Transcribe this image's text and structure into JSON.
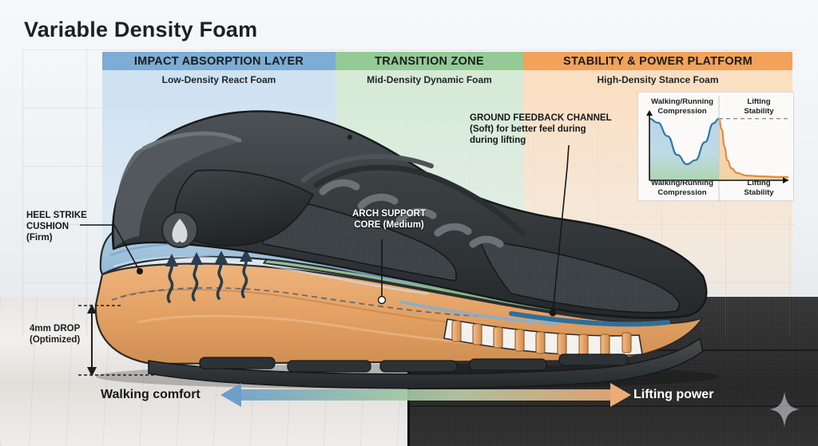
{
  "page": {
    "title": "Variable Density Foam"
  },
  "zones": [
    {
      "id": "impact",
      "header": "IMPACT ABSORPTION LAYER",
      "subtitle": "Low-Density React Foam",
      "header_color": "#7dadd4",
      "body_color": "#cfe2f2"
    },
    {
      "id": "transition",
      "header": "TRANSITION ZONE",
      "subtitle": "Mid-Density Dynamic Foam",
      "header_color": "#94ca96",
      "body_color": "#d6ead6"
    },
    {
      "id": "stability",
      "header": "STABILITY & POWER PLATFORM",
      "subtitle": "High-Density Stance Foam",
      "header_color": "#f2a25a",
      "body_color": "#fadfc2"
    }
  ],
  "callouts": {
    "heel": "HEEL STRIKE\nCUSHION\n(Firm)",
    "arch": "ARCH SUPPORT\nCORE (Medium)",
    "ground_feedback": "GROUND FEEDBACK CHANNEL\n(Soft) for better feel during\nduring lifting",
    "drop": "4mm DROP\n(Optimized)"
  },
  "direction_bar": {
    "left_label": "Walking comfort",
    "right_label": "Lifting power",
    "left_color": "#6d9fc9",
    "mid_color": "#9dc4a3",
    "right_color": "#edac75"
  },
  "chart_data": {
    "type": "area",
    "title": "",
    "xlabel": "",
    "ylabel": "",
    "grid": false,
    "legend_position": "inside-top",
    "annotations": {
      "top_left": "Walking/Running\nCompression",
      "top_right": "Lifting\nStability",
      "bottom_left": "Walking/Running\nCompression",
      "bottom_right": "Lifting\nStability"
    },
    "axis_ranges": {
      "xlim": [
        0,
        100
      ],
      "ylim": [
        0,
        100
      ]
    },
    "divider_x": 50,
    "reference_line_y": 92,
    "series": [
      {
        "name": "Walking/Running Compression",
        "color": "#2e7aa8",
        "fill_top": "#b9d4ea",
        "fill_bottom": "#a9d3ae",
        "x": [
          0,
          6,
          13,
          20,
          27,
          33,
          40,
          46,
          50
        ],
        "y": [
          92,
          86,
          66,
          38,
          24,
          30,
          57,
          85,
          92
        ]
      },
      {
        "name": "Lifting Stability",
        "color": "#e08c3e",
        "fill_top": "#f6d4ad",
        "fill_bottom": "#f6d4ad",
        "x": [
          50,
          52,
          54,
          56,
          59,
          63,
          70,
          80,
          92,
          100
        ],
        "y": [
          92,
          76,
          50,
          30,
          18,
          11,
          7,
          6,
          5,
          5
        ]
      }
    ]
  },
  "shoe": {
    "logo": "lululemon-logo",
    "midsole_layers": [
      {
        "name": "low-density-react-foam",
        "color": "#a9c8e0"
      },
      {
        "name": "mid-density-dynamic-foam",
        "color": "#8db58c"
      },
      {
        "name": "high-density-stance-foam",
        "color": "#e2a164"
      }
    ],
    "airflow_arrow_count": 4,
    "pillar_count": 9
  },
  "watermark": {
    "name": "sparkle-icon"
  }
}
